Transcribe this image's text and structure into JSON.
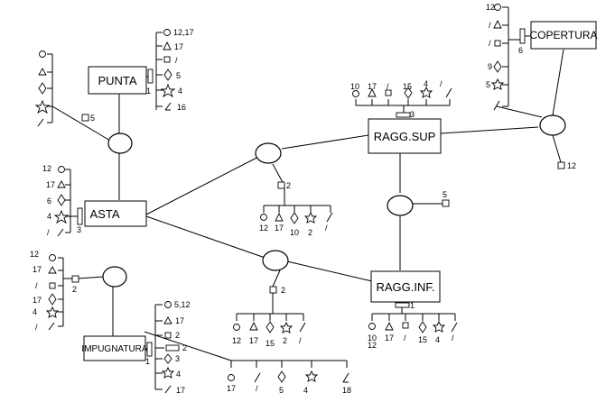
{
  "boxes": {
    "punta": "PUNTA",
    "asta": "ASTA",
    "impugnatura": "IMPUGNATURA",
    "ragg_sup": "RAGG.SUP",
    "ragg_inf": "RAGG.INF.",
    "copertura": "COPERTURA"
  },
  "labels": {
    "punta_syms": [
      "12,17",
      "17",
      "/",
      "5",
      "4",
      "16"
    ],
    "punta_link": "1",
    "left_syms_conn": "5",
    "asta_left": [
      "12",
      "17",
      "6",
      "4",
      "/"
    ],
    "asta_link": "3",
    "impug_left": [
      "12",
      "17",
      "/",
      "17",
      "4",
      "/"
    ],
    "impug_left_conn": "2",
    "impug_right": [
      "5,12",
      "17",
      "2",
      "2",
      "3",
      "4",
      "17"
    ],
    "impug_link": "1",
    "bottom_row": [
      "17",
      "/",
      "5",
      "4",
      "18"
    ],
    "mid_row_conn": "2",
    "mid_row": [
      "12",
      "17",
      "10",
      "2",
      "/"
    ],
    "low_row_conn": "2",
    "low_row": [
      "12",
      "17",
      "15",
      "2",
      "/"
    ],
    "sup_row": [
      "10",
      "17",
      "/",
      "15",
      "4",
      "/"
    ],
    "sup_link": "3",
    "inf_row": [
      "10",
      "12",
      "17",
      "/",
      "15",
      "4",
      "/"
    ],
    "inf_link": "1",
    "right_conn": "5",
    "cop_syms": [
      "12",
      "/",
      "/",
      "9",
      "5"
    ],
    "cop_link": "6",
    "cop_conn": "12"
  }
}
